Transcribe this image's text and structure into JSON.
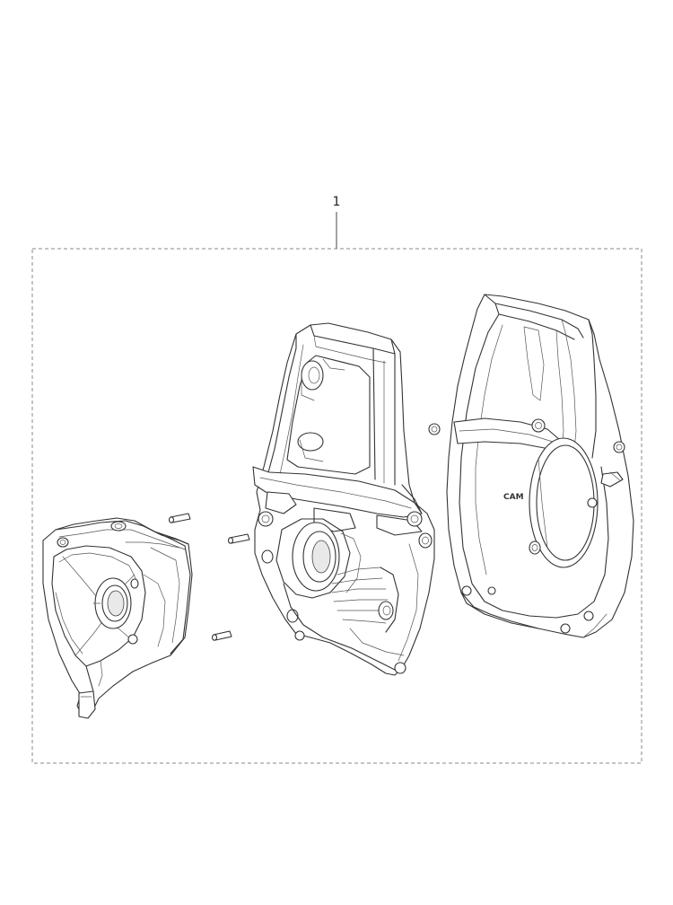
{
  "callout": {
    "number": "1"
  },
  "parts": {
    "engraving": "CAM"
  },
  "colors": {
    "line": "#333333",
    "background": "#ffffff",
    "dash_frame": "#888888"
  },
  "icons": {
    "left-housing": "crankcase-half-left",
    "middle-housing": "crankcase-half-middle",
    "right-cover": "flywheel-cover",
    "pins": "dowel-pin"
  }
}
